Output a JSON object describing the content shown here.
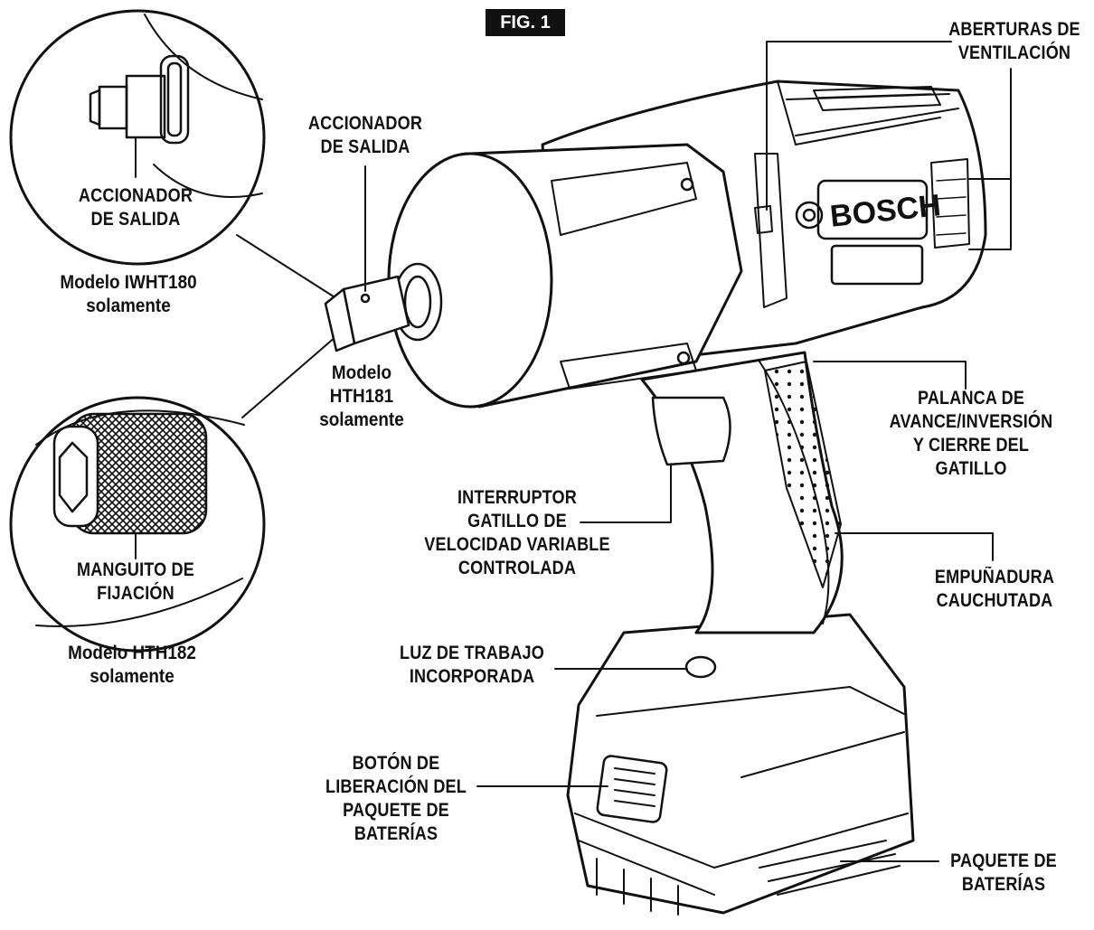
{
  "figure": {
    "title": "FIG. 1"
  },
  "brand": "BOSCH",
  "callouts": {
    "ventilation": [
      "ABERTURAS DE",
      "VENTILACIÓN"
    ],
    "output_driver_main": [
      "ACCIONADOR",
      "DE SALIDA"
    ],
    "output_driver_inset": [
      "ACCIONADOR",
      "DE SALIDA"
    ],
    "reversing_lever": [
      "PALANCA DE",
      "AVANCE/INVERSIÓN",
      "Y  CIERRE DEL",
      "GATILLO"
    ],
    "trigger": [
      "INTERRUPTOR",
      "GATILLO DE",
      "VELOCIDAD VARIABLE",
      "CONTROLADA"
    ],
    "grip": [
      "EMPUÑADURA",
      "CAUCHUTADA"
    ],
    "work_light": [
      "LUZ DE TRABAJO",
      "INCORPORADA"
    ],
    "release_button": [
      "BOTÓN DE",
      "LIBERACIÓN DEL",
      "PAQUETE DE",
      "BATERÍAS"
    ],
    "battery_pack": [
      "PAQUETE DE",
      "BATERÍAS"
    ],
    "locking_sleeve": [
      "MANGUITO DE",
      "FIJACIÓN"
    ]
  },
  "models": {
    "iwht180": [
      "Modelo IWHT180",
      "solamente"
    ],
    "hth181": [
      "Modelo",
      "HTH181",
      "solamente"
    ],
    "hth182": [
      "Modelo HTH182",
      "solamente"
    ]
  }
}
